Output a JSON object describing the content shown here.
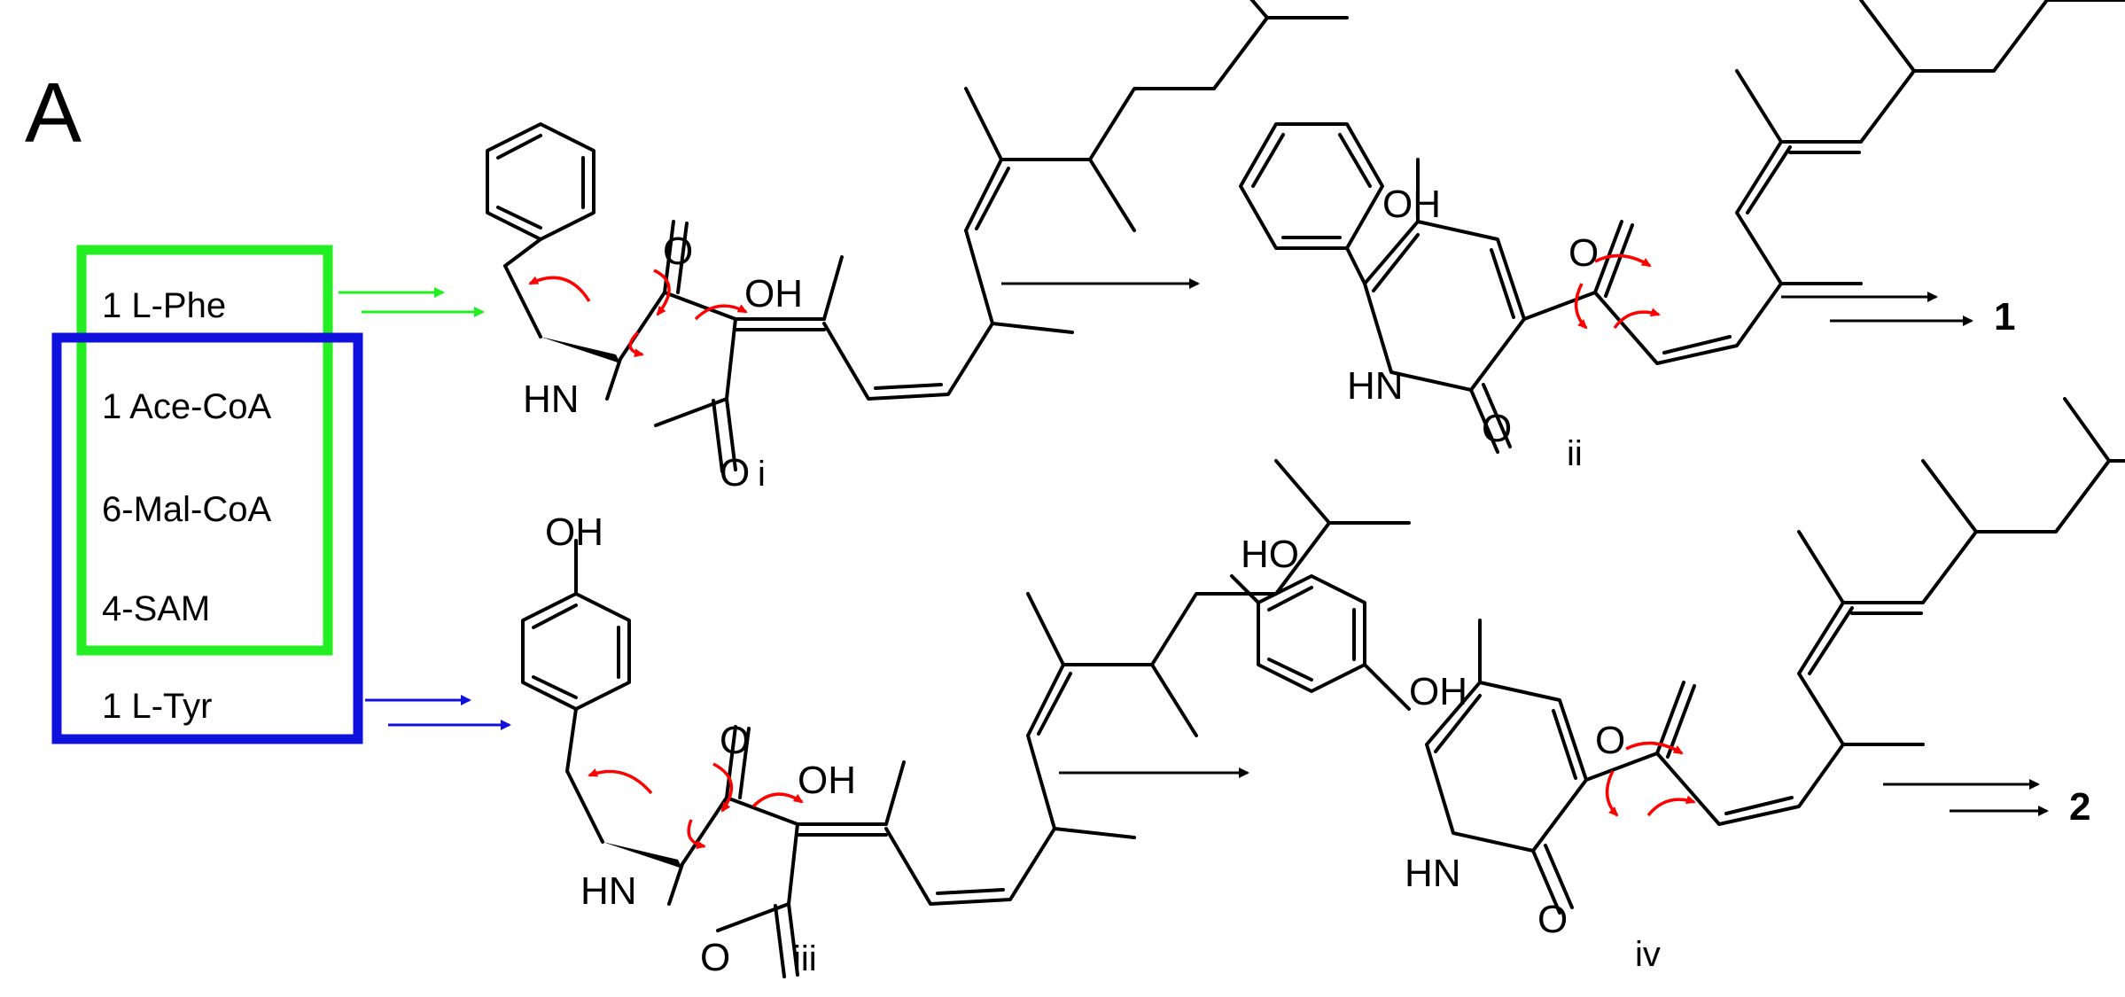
{
  "panel_label": "A",
  "precursors": {
    "phe": "1 L-Phe",
    "acecoa": "1 Ace-CoA",
    "malcoa": "6-Mal-CoA",
    "sam": "4-SAM",
    "tyr": "1 L-Tyr"
  },
  "compound_labels": {
    "i": "i",
    "ii": "ii",
    "iii": "iii",
    "iv": "iv"
  },
  "product_labels": {
    "p1": "1",
    "p2": "2"
  },
  "atom_labels": {
    "oh": "OH",
    "ho": "HO",
    "o": "O",
    "hn": "HN"
  },
  "colors": {
    "green_box": "#22ee22",
    "blue_box": "#1111dd",
    "curly_arrow": "#ff0000",
    "reaction_arrow": "#000000"
  }
}
